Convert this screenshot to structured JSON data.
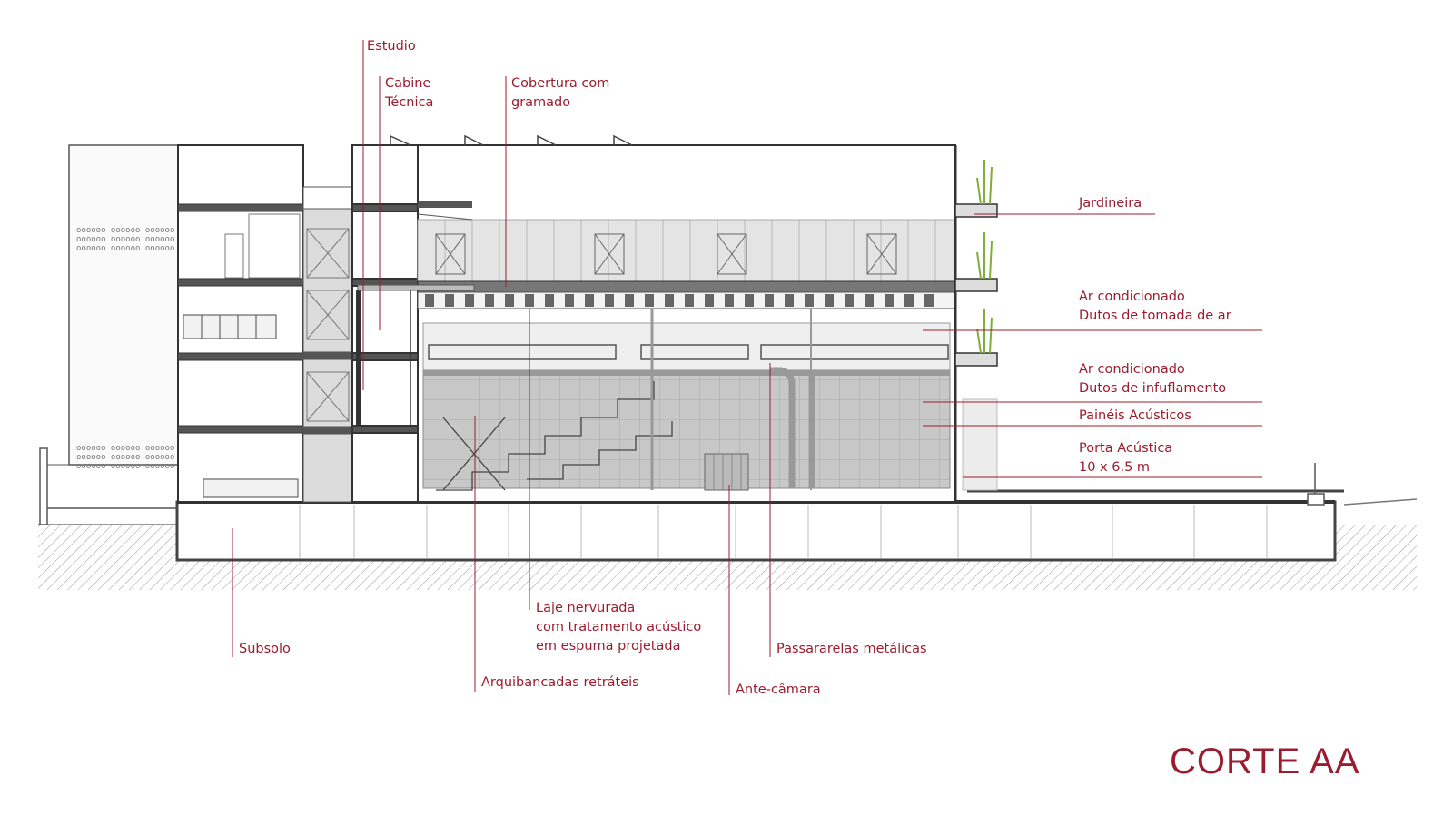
{
  "title": "CORTE AA",
  "accent_color": "#9b1c2e",
  "labels": {
    "estudio": "Estudio",
    "cabine": "Cabine\nTécnica",
    "cobertura": "Cobertura com\ngramado",
    "jardineira": "Jardineira",
    "ar_tomada": "Ar condicionado\nDutos de tomada de ar",
    "ar_infuflamento": "Ar condicionado\nDutos de infuflamento",
    "paineis": "Painéis Acústicos",
    "porta": "Porta Acústica\n10 x 6,5 m",
    "subsolo": "Subsolo",
    "laje": "Laje nervurada\ncom tratamento acústico\nem espuma projetada",
    "arquibancadas": "Arquibancadas retráteis",
    "ante_camara": "Ante-câmara",
    "passarelas": "Passararelas metálicas"
  }
}
